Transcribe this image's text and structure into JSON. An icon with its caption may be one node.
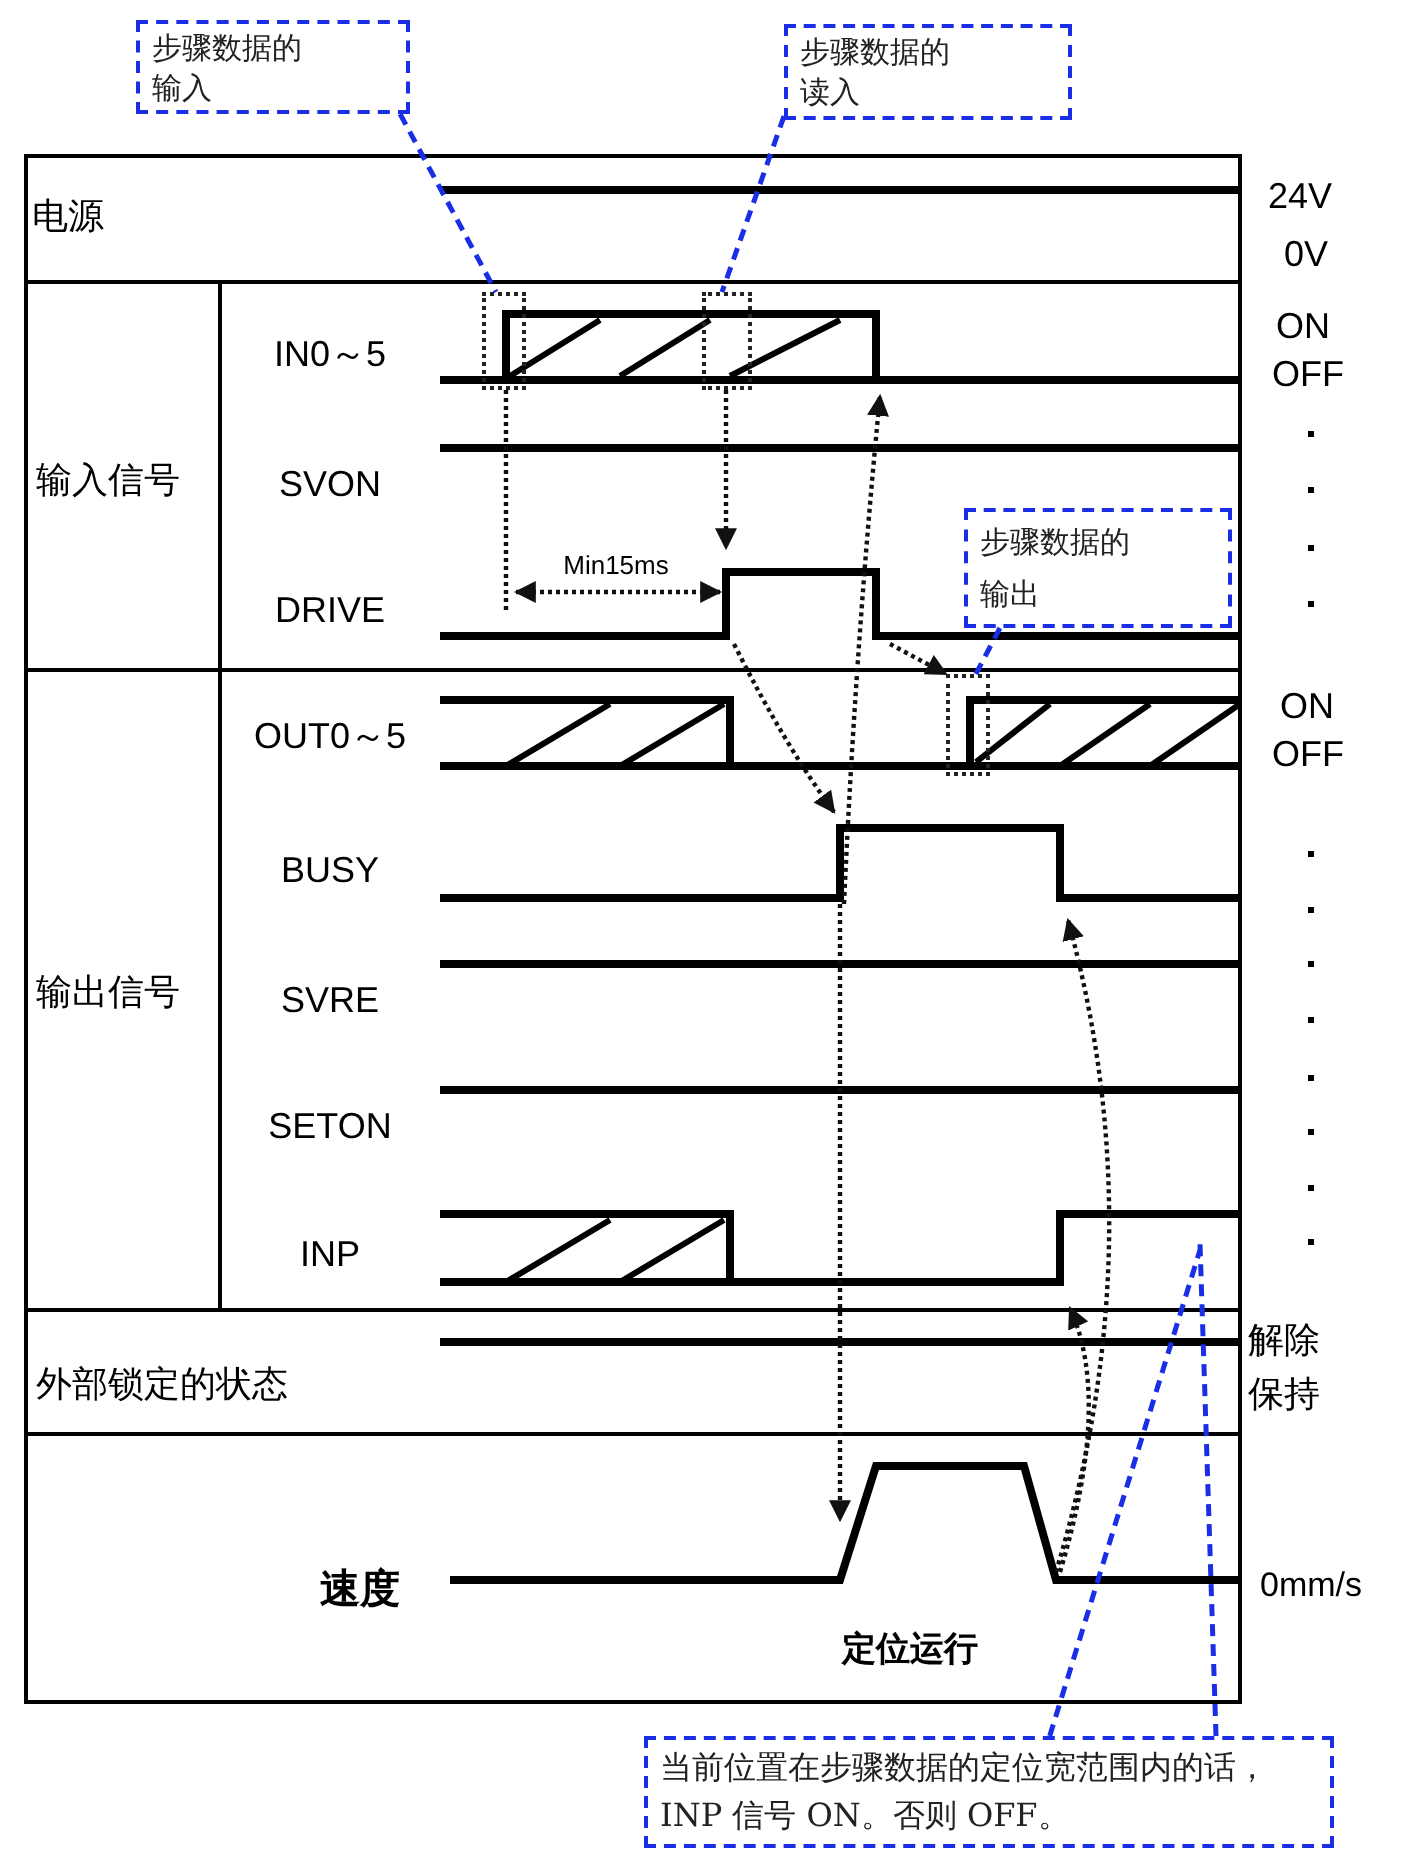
{
  "diagram": {
    "nodes": [
      {
        "text": [
          "步骤数据的输入"
        ]
      },
      {
        "text": [
          "步骤数据的读入"
        ]
      },
      {
        "text": [
          "步骤数据的输出"
        ]
      },
      {
        "text": [
          "当前位置在步骤数据的定位宽范围内的话，INP 信号 ON。否则 OFF。"
        ]
      },
      {
        "text": [],
        "shape": "box"
      },
      {
        "text": [],
        "shape": "box"
      },
      {
        "text": [],
        "shape": "box"
      }
    ],
    "edges": [
      {
        "from": 0,
        "to": 4,
        "arrow": "none",
        "style": "dashed"
      },
      {
        "from": 1,
        "to": 5,
        "arrow": "none",
        "style": "dashed"
      },
      {
        "from": 2,
        "to": 6,
        "arrow": "none",
        "style": "dashed"
      },
      {
        "from": 3,
        "to": null,
        "arrow": "none",
        "style": "dashed"
      },
      {
        "from": 3,
        "to": null,
        "arrow": "none",
        "style": "dashed"
      },
      {
        "from": 5,
        "to": null,
        "arrow": "to",
        "style": "dashed",
        "color": "#111111"
      },
      {
        "from": null,
        "to": 6,
        "arrow": "to",
        "style": "dashed",
        "color": "#111111"
      },
      {
        "from": 4,
        "to": null,
        "arrow": "none",
        "style": "dashed",
        "color": "#111111"
      }
    ],
    "labels": [
      "电源",
      "24V",
      "0V",
      "IN0～5",
      "ON",
      "OFF",
      "输入信号",
      "SVON",
      "Min15ms",
      "DRIVE",
      "OUT0～5",
      "ON",
      "OFF",
      "BUSY",
      "输出信号",
      "SVRE",
      "SETON",
      "INP",
      "解除",
      "外部锁定的状态",
      "保持",
      "速度",
      "0mm/s",
      "定位运行"
    ]
  }
}
